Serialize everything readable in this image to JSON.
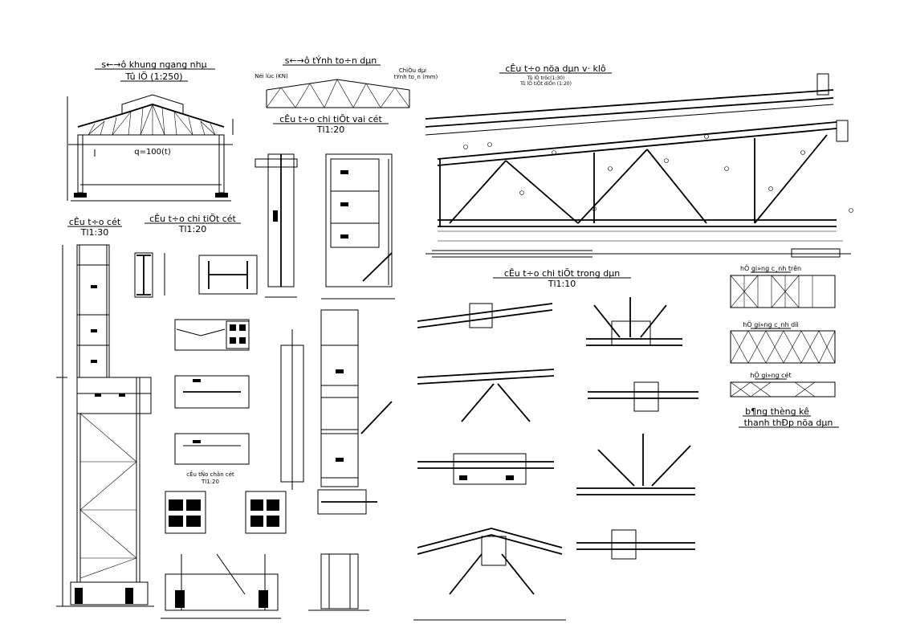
{
  "drawing": {
    "titles": {
      "frame": "s←→ô khung ngang nhµ",
      "frame_scale": "Tû lÖ (1:250)",
      "calc": "s←→ô tÝnh to÷n  dµn",
      "column": "cÊu t÷o cét",
      "column_scale": "Tl1:30",
      "col_detail": "cÊu t÷o chi tiÕt cét",
      "col_detail_scale": "Tl1:20",
      "bracket": "cÊu t÷o chi tiÕt vai cét",
      "bracket_scale": "Tl1:20",
      "half_truss": "cÊu t÷o nöa dµn v· klô",
      "half_truss_scale_1": "Tû lÖ trôc(1:30)",
      "half_truss_scale_2": "Tû lÖ tiÕt diÖn (1:20)",
      "truss_detail": "cÊu t÷o chi tiÕt trong dµn",
      "truss_detail_scale": "Tl1:10",
      "base_detail": "cÊu tÑo chân cét",
      "base_detail_scale": "Tl1:20",
      "top_chord": "hÖ gi»ng c¸nh trên",
      "bottom_chord": "hÖ gi»ng c¸nh díi",
      "column_bracing": "hÖ gi»ng cét",
      "steel_table_1": "b¶ng thèng kê",
      "steel_table_2": "thanh thÐp nöa dµn"
    },
    "labels": {
      "load": "q=100(t)",
      "internal_force": "Néi lùc (KN)",
      "label_a": "ChiÒu dµi",
      "label_b": "tÝnh to¸n (mm)"
    }
  }
}
